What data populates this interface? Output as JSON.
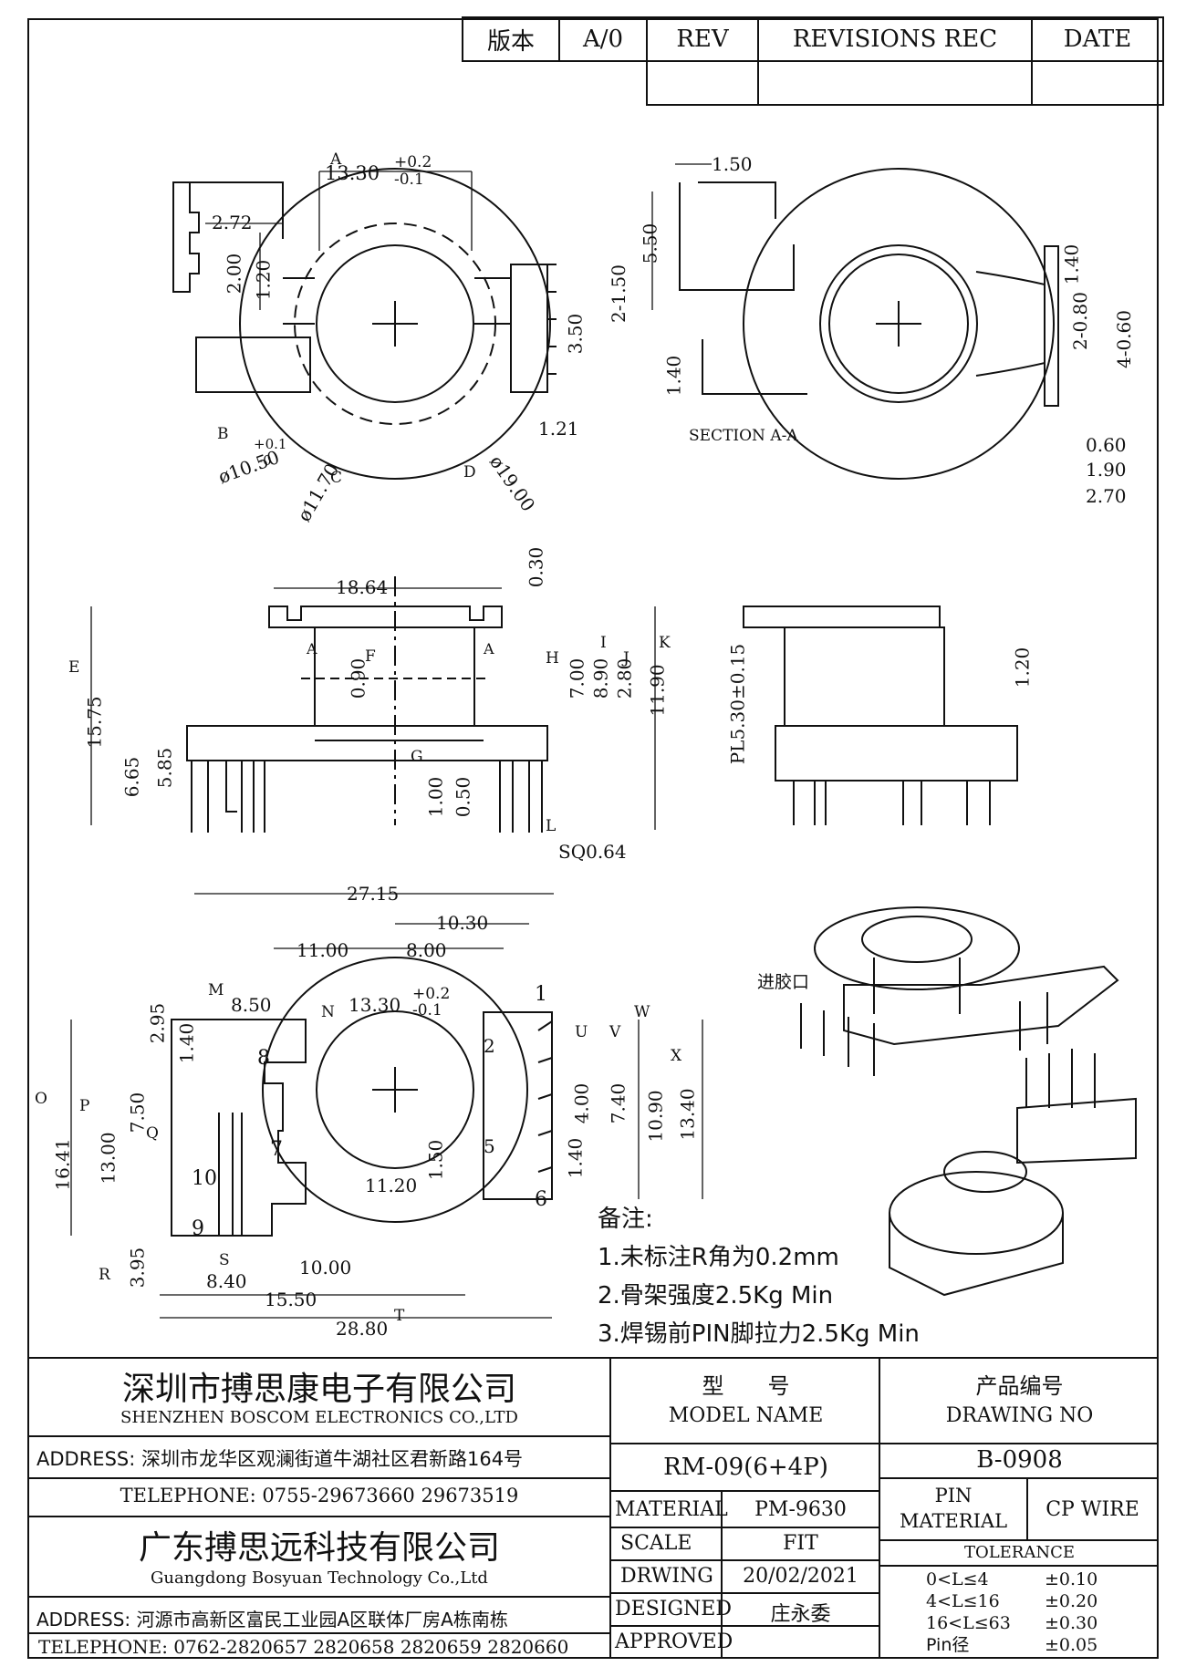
{
  "revision_table": {
    "version_label": "版本",
    "version_value": "A/0",
    "rev_header": "REV",
    "revisions_header": "REVISIONS REC",
    "date_header": "DATE"
  },
  "top_view": {
    "markers": [
      "A",
      "B",
      "C",
      "D"
    ],
    "dim_width": "13.30",
    "tol_plus": "+0.2",
    "tol_minus": "-0.1",
    "dim_272": "2.72",
    "dim_200": "2.00",
    "dim_120": "1.20",
    "dim_350": "3.50",
    "dim_121": "1.21",
    "dim_b_dia": "ø10.50",
    "dim_b_tol_plus": "+0.1",
    "dim_b_tol_minus": "-0",
    "dim_c_dia": "ø11.70",
    "dim_d_dia": "ø19.00"
  },
  "section_view": {
    "label": "SECTION A-A",
    "dim_150": "1.50",
    "dim_550": "5.50",
    "dim_2x150": "2-1.50",
    "dim_140_left": "1.40",
    "dim_140_right": "1.40",
    "dim_2x080": "2-0.80",
    "dim_4x060": "4-0.60",
    "dim_060": "0.60",
    "dim_190": "1.90",
    "dim_270": "2.70"
  },
  "front_view": {
    "markers": [
      "E",
      "F",
      "G",
      "H",
      "I",
      "J",
      "K",
      "L"
    ],
    "section_mark": "A",
    "dim_1864": "18.64",
    "dim_030": "0.30",
    "dim_090": "0.90",
    "dim_700": "7.00",
    "dim_890": "8.90",
    "dim_280": "2.80",
    "dim_1190": "11.90",
    "dim_1575": "15.75",
    "dim_665": "6.65",
    "dim_585": "5.85",
    "dim_100": "1.00",
    "dim_050": "0.50",
    "dim_sq": "SQ0.64"
  },
  "side_view": {
    "dim_pl": "PL5.30±0.15",
    "dim_120": "1.20"
  },
  "bottom_view": {
    "markers": [
      "M",
      "N",
      "O",
      "P",
      "Q",
      "R",
      "S",
      "T",
      "U",
      "V",
      "W",
      "X"
    ],
    "pins": [
      "1",
      "2",
      "5",
      "6",
      "7",
      "8",
      "9",
      "10"
    ],
    "dim_2715": "27.15",
    "dim_1030": "10.30",
    "dim_1100": "11.00",
    "dim_800": "8.00",
    "dim_850": "8.50",
    "dim_1330": "13.30",
    "tol_plus": "+0.2",
    "tol_minus": "-0.1",
    "dim_295": "2.95",
    "dim_140": "1.40",
    "dim_750": "7.50",
    "dim_1641": "16.41",
    "dim_1300": "13.00",
    "dim_395": "3.95",
    "dim_150": "1.50",
    "dim_1120": "11.20",
    "dim_1000": "10.00",
    "dim_840": "8.40",
    "dim_1550": "15.50",
    "dim_2880": "28.80",
    "dim_400": "4.00",
    "dim_740": "7.40",
    "dim_1090": "10.90",
    "dim_1340": "13.40",
    "dim_140b": "1.40"
  },
  "iso_view": {
    "gate_label": "进胶口"
  },
  "notes": {
    "heading": "备注:",
    "items": [
      "1.未标注R角为0.2mm",
      "2.骨架强度2.5Kg Min",
      "3.焊锡前PIN脚拉力2.5Kg Min"
    ]
  },
  "title_block": {
    "company1_cn": "深圳市搏思康电子有限公司",
    "company1_en": "SHENZHEN BOSCOM ELECTRONICS CO.,LTD",
    "address1": "ADDRESS: 深圳市龙华区观澜街道牛湖社区君新路164号",
    "telephone1": "TELEPHONE: 0755-29673660 29673519",
    "company2_cn": "广东搏思远科技有限公司",
    "company2_en": "Guangdong Bosyuan Technology Co.,Ltd",
    "address2": "ADDRESS: 河源市高新区富民工业园A区联体厂房A栋南栋",
    "telephone2": "TELEPHONE: 0762-2820657 2820658 2820659 2820660",
    "model_cn": "型　　号",
    "model_en": "MODEL NAME",
    "model_value": "RM-09(6+4P)",
    "drawing_cn": "产品编号",
    "drawing_en": "DRAWING NO",
    "drawing_value": "B-0908",
    "material_label": "MATERIAL",
    "material_value": "PM-9630",
    "scale_label": "SCALE",
    "scale_value": "FIT",
    "drawing_label": "DRWING",
    "drawing_date": "20/02/2021",
    "designed_label": "DESIGNED",
    "designed_value": "庄永委",
    "approved_label": "APPROVED",
    "approved_value": "",
    "pin_material_label": "PIN MATERIAL",
    "pin_material_value": "CP WIRE",
    "tolerance_label": "TOLERANCE",
    "tolerances": [
      {
        "range": "0<L≤4",
        "value": "±0.10"
      },
      {
        "range": "4<L≤16",
        "value": "±0.20"
      },
      {
        "range": "16<L≤63",
        "value": "±0.30"
      },
      {
        "range": "Pin径",
        "value": "±0.05"
      }
    ]
  }
}
